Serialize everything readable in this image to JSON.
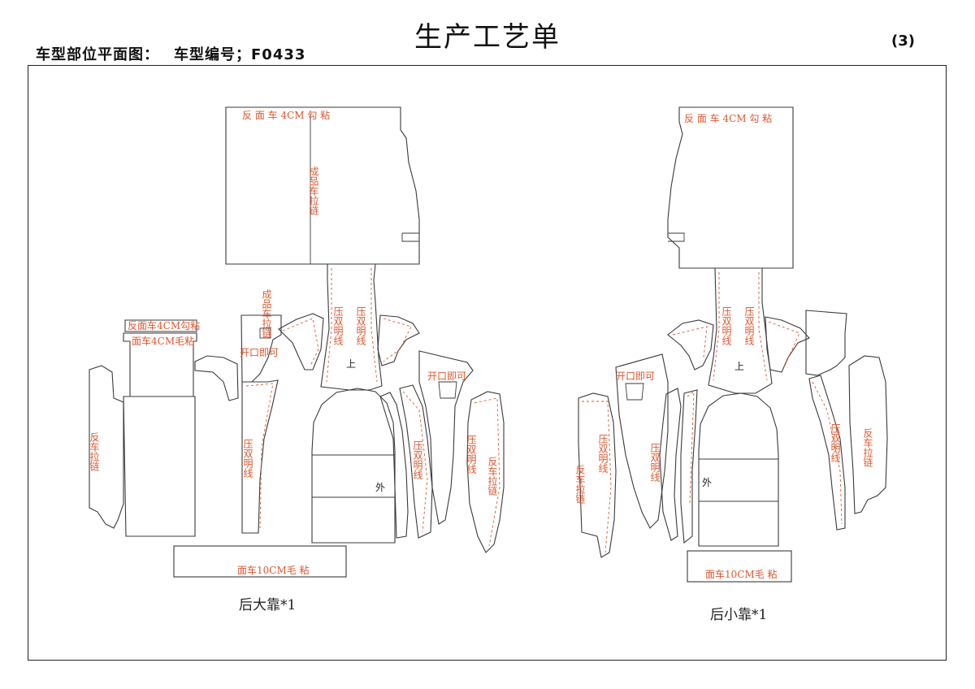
{
  "header": {
    "title": "生产工艺单",
    "subtitle": "车型部位平面图：",
    "model_code": "车型编号；F0433",
    "page_number": "(3)"
  },
  "diagram": {
    "captions": {
      "left_group": "后大靠*1",
      "right_group": "后小靠*1"
    },
    "left_labels": {
      "top_panel": "反 面 车 4CM  勾  粘",
      "finished_zipper": "成品车拉链",
      "double_topstitch_a": "压双明线",
      "double_topstitch_b": "压双明线",
      "up_mark": "上",
      "small_zipper": "成品车拉链",
      "open_ok_left": "开口即可",
      "flap_top": "反面车4CM勾粘",
      "flap_bottom": "面车4CM毛粘",
      "reverse_zipper_left": "反车拉链",
      "double_topstitch_side": "压双明线",
      "open_ok_right": "开口即可",
      "double_topstitch_c": "压双明线",
      "double_topstitch_d": "压双明线",
      "reverse_zipper_right": "反车拉链",
      "outside_mark": "外",
      "bottom_strip": "面车10CM毛 粘"
    },
    "right_labels": {
      "top_panel": "反 面 车 4CM  勾  粘",
      "double_topstitch_a": "压双明线",
      "double_topstitch_b": "压双明线",
      "up_mark": "上",
      "open_ok": "开口即可",
      "double_topstitch_c": "压双明线",
      "double_topstitch_d": "压双明线",
      "reverse_zipper_left": "反车拉链",
      "double_topstitch_e": "压双明线",
      "reverse_zipper_right": "反车拉链",
      "outside_mark": "外",
      "bottom_strip": "面车10CM毛 粘"
    }
  }
}
